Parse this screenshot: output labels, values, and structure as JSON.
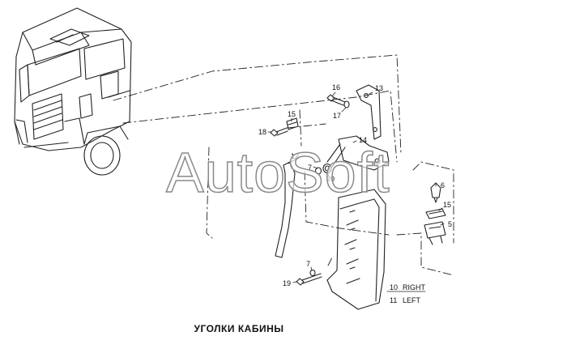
{
  "caption": "УГОЛКИ КАБИНЫ",
  "watermark": "AutoSoft",
  "callouts": {
    "c16": "16",
    "c13": "13",
    "c17": "17",
    "c15a": "15",
    "c18": "18",
    "c14": "14",
    "c12": "12",
    "c7a": "7",
    "c20": "20",
    "c6": "6",
    "c15b": "15",
    "c5": "5",
    "c7b": "7",
    "c19": "19"
  },
  "legend": {
    "right_num": "10",
    "right_text": "RIGHT",
    "left_num": "11",
    "left_text": "LEFT"
  }
}
